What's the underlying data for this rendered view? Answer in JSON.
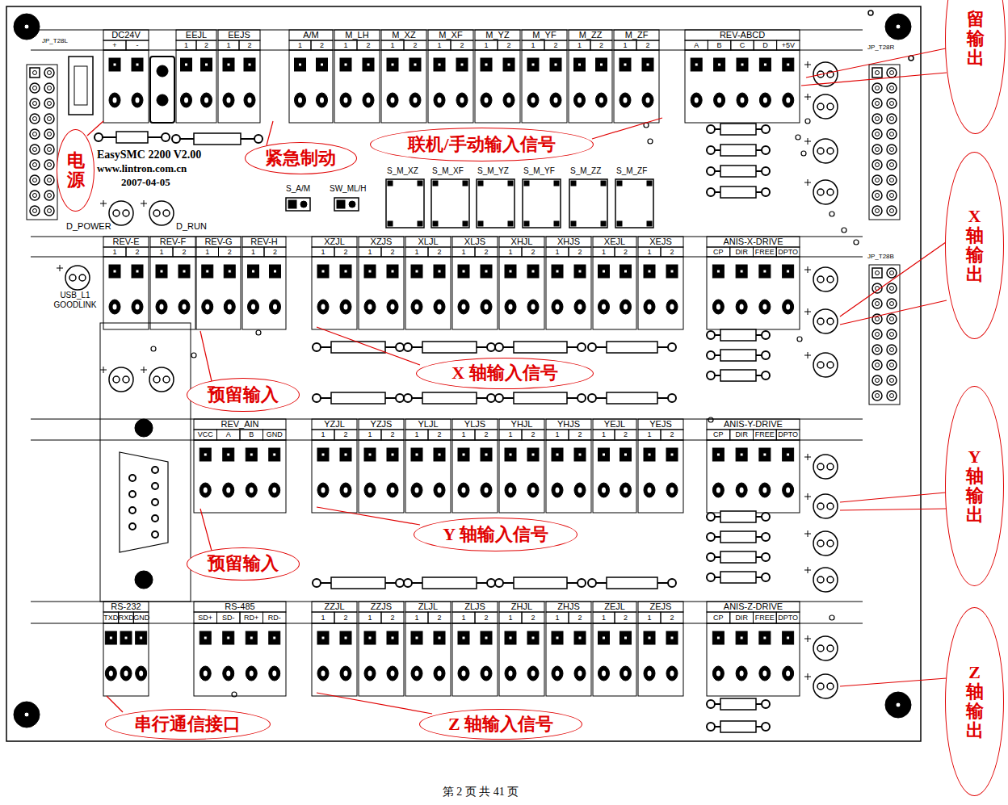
{
  "diagram": {
    "nodes": [
      {
        "text": [
          "留输出"
        ]
      },
      {
        "text": [
          "联机/手动输入信号"
        ]
      },
      {
        "text": [
          "电源"
        ]
      },
      {
        "text": [
          "紧急制动"
        ]
      },
      {
        "text": [
          "X 轴输出"
        ]
      },
      {
        "text": [
          "X 轴输入信号"
        ]
      },
      {
        "text": [
          "预留输入"
        ]
      },
      {
        "text": [
          "Y 轴输出"
        ]
      },
      {
        "text": [
          "Y 轴输入信号"
        ]
      },
      {
        "text": [
          "预留输入"
        ]
      },
      {
        "text": [
          "Z 轴输出"
        ]
      },
      {
        "text": [
          "串行通信接口"
        ]
      },
      {
        "text": [
          "Z 轴输入信号"
        ]
      }
    ],
    "labels": [
      "DC24V",
      "+",
      "-",
      "EEJL",
      "1",
      "2",
      "EEJS",
      "1",
      "2",
      "A/M",
      "1",
      "2",
      "M_LH",
      "1",
      "2",
      "M_XZ",
      "1",
      "2",
      "M_XF",
      "1",
      "2",
      "M_YZ",
      "1",
      "2",
      "M_YF",
      "1",
      "2",
      "M_ZZ",
      "1",
      "2",
      "M_ZF",
      "1",
      "2",
      "REV-ABCD",
      "A",
      "B",
      "C",
      "D",
      "+5V",
      "REV-E",
      "1",
      "2",
      "REV-F",
      "1",
      "2",
      "REV-G",
      "1",
      "2",
      "REV-H",
      "1",
      "2",
      "XZJL",
      "1",
      "2",
      "XZJS",
      "1",
      "2",
      "XLJL",
      "1",
      "2",
      "XLJS",
      "1",
      "2",
      "XHJL",
      "1",
      "2",
      "XHJS",
      "1",
      "2",
      "XEJL",
      "1",
      "2",
      "XEJS",
      "1",
      "2",
      "ANIS-X-DRIVE",
      "CP",
      "DIR",
      "FREE",
      "DPTO",
      "REV_AIN",
      "VCC",
      "A",
      "B",
      "GND",
      "YZJL",
      "1",
      "2",
      "YZJS",
      "1",
      "2",
      "YLJL",
      "1",
      "2",
      "YLJS",
      "1",
      "2",
      "YHJL",
      "1",
      "2",
      "YHJS",
      "1",
      "2",
      "YEJL",
      "1",
      "2",
      "YEJS",
      "1",
      "2",
      "ANIS-Y-DRIVE",
      "CP",
      "DIR",
      "FREE",
      "DPTO",
      "RS-232",
      "TXD",
      "RXD",
      "GND",
      "RS-485",
      "SD+",
      "SD-",
      "RD+",
      "RD-",
      "ZZJL",
      "1",
      "2",
      "ZZJS",
      "1",
      "2",
      "ZLJL",
      "1",
      "2",
      "ZLJS",
      "1",
      "2",
      "ZHJL",
      "1",
      "2",
      "ZHJS",
      "1",
      "2",
      "ZEJL",
      "1",
      "2",
      "ZEJS",
      "1",
      "2",
      "ANIS-Z-DRIVE",
      "CP",
      "DIR",
      "FREE",
      "DPTO",
      "EasySMC 2200 V2.00",
      "www.lintron.com.cn",
      "2007-04-05",
      "D_POWER",
      "D_RUN",
      "S_A/M",
      "SW_ML/H",
      "S_M_XZ",
      "S_M_XF",
      "S_M_YZ",
      "S_M_YF",
      "S_M_ZZ",
      "S_M_ZF",
      "USB_L1 GOODLINK",
      "JP_T28L",
      "JP_T28R",
      "JP_T28B",
      "第 2 页 共 41 页"
    ]
  }
}
